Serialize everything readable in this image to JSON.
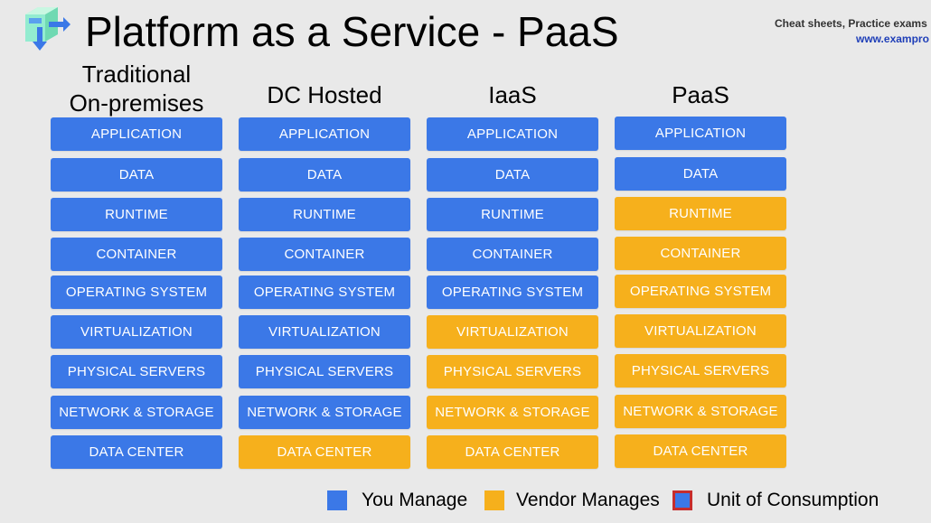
{
  "title": "Platform as a Service - PaaS",
  "brand": {
    "line1": "Cheat sheets, Practice exams",
    "line2": "www.exampro"
  },
  "colors": {
    "you_manage": "#3b78e7",
    "vendor_manages": "#f6b01c",
    "unit_border": "#c62d2d",
    "background": "#e9e9e9"
  },
  "columns": [
    {
      "header": "Traditional\nOn-premises",
      "tiles": [
        {
          "label": "APPLICATION",
          "managed_by": "you"
        },
        {
          "label": "DATA",
          "managed_by": "you"
        },
        {
          "label": "RUNTIME",
          "managed_by": "you"
        },
        {
          "label": "CONTAINER",
          "managed_by": "you"
        },
        {
          "label": "OPERATING SYSTEM",
          "managed_by": "you"
        },
        {
          "label": "VIRTUALIZATION",
          "managed_by": "you"
        },
        {
          "label": "PHYSICAL SERVERS",
          "managed_by": "you"
        },
        {
          "label": "NETWORK & STORAGE",
          "managed_by": "you"
        },
        {
          "label": "DATA CENTER",
          "managed_by": "you"
        }
      ]
    },
    {
      "header": "DC Hosted",
      "tiles": [
        {
          "label": "APPLICATION",
          "managed_by": "you"
        },
        {
          "label": "DATA",
          "managed_by": "you"
        },
        {
          "label": "RUNTIME",
          "managed_by": "you"
        },
        {
          "label": "CONTAINER",
          "managed_by": "you"
        },
        {
          "label": "OPERATING SYSTEM",
          "managed_by": "you"
        },
        {
          "label": "VIRTUALIZATION",
          "managed_by": "you"
        },
        {
          "label": "PHYSICAL SERVERS",
          "managed_by": "you"
        },
        {
          "label": "NETWORK & STORAGE",
          "managed_by": "you"
        },
        {
          "label": "DATA CENTER",
          "managed_by": "vendor"
        }
      ]
    },
    {
      "header": "IaaS",
      "tiles": [
        {
          "label": "APPLICATION",
          "managed_by": "you"
        },
        {
          "label": "DATA",
          "managed_by": "you"
        },
        {
          "label": "RUNTIME",
          "managed_by": "you"
        },
        {
          "label": "CONTAINER",
          "managed_by": "you"
        },
        {
          "label": "OPERATING SYSTEM",
          "managed_by": "you"
        },
        {
          "label": "VIRTUALIZATION",
          "managed_by": "vendor"
        },
        {
          "label": "PHYSICAL SERVERS",
          "managed_by": "vendor"
        },
        {
          "label": "NETWORK & STORAGE",
          "managed_by": "vendor"
        },
        {
          "label": "DATA CENTER",
          "managed_by": "vendor"
        }
      ]
    },
    {
      "header": "PaaS",
      "tiles": [
        {
          "label": "APPLICATION",
          "managed_by": "you"
        },
        {
          "label": "DATA",
          "managed_by": "you"
        },
        {
          "label": "RUNTIME",
          "managed_by": "vendor"
        },
        {
          "label": "CONTAINER",
          "managed_by": "vendor"
        },
        {
          "label": "OPERATING SYSTEM",
          "managed_by": "vendor"
        },
        {
          "label": "VIRTUALIZATION",
          "managed_by": "vendor"
        },
        {
          "label": "PHYSICAL SERVERS",
          "managed_by": "vendor"
        },
        {
          "label": "NETWORK & STORAGE",
          "managed_by": "vendor"
        },
        {
          "label": "DATA CENTER",
          "managed_by": "vendor"
        }
      ]
    }
  ],
  "legend": {
    "you_manage": "You Manage",
    "vendor_manages": "Vendor Manages",
    "unit_of_consumption": "Unit of Consumption"
  }
}
